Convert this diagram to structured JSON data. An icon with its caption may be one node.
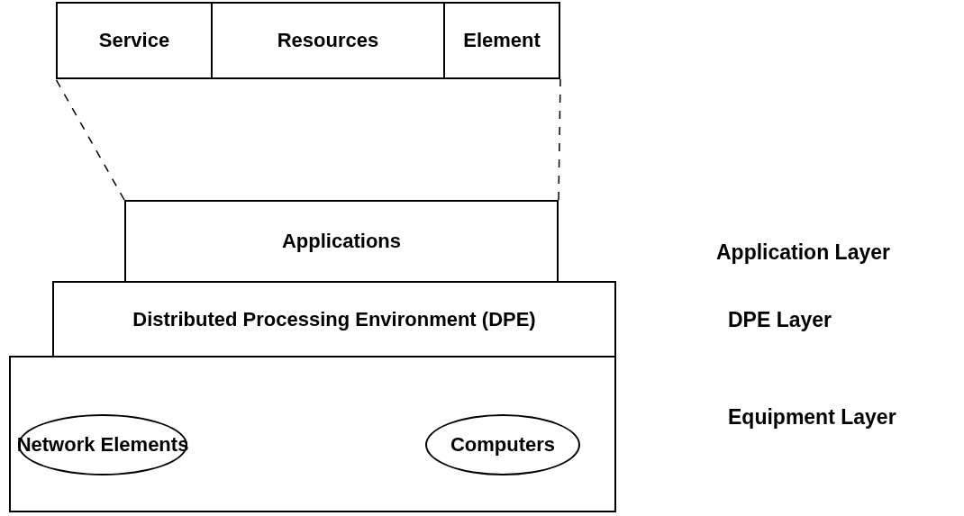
{
  "diagram": {
    "nodes": [
      {
        "text": [
          "Service"
        ]
      },
      {
        "text": [
          "Resources"
        ]
      },
      {
        "text": [
          "Element"
        ]
      },
      {
        "text": [
          "Applications"
        ]
      },
      {
        "text": [
          "Distributed Processing Environment (DPE)"
        ]
      },
      {
        "text": [],
        "shape": "box"
      },
      {
        "text": [
          "Network Elements"
        ],
        "in": 5
      },
      {
        "text": [
          "Computers"
        ],
        "in": 5
      }
    ],
    "edges": [
      {
        "from": 3,
        "to": 0,
        "arrow": "none",
        "style": "dashed"
      },
      {
        "from": 3,
        "to": 2,
        "arrow": "none",
        "style": "dashed"
      }
    ],
    "labels": [
      "Application Layer",
      "DPE Layer",
      "Equipment Layer"
    ]
  }
}
